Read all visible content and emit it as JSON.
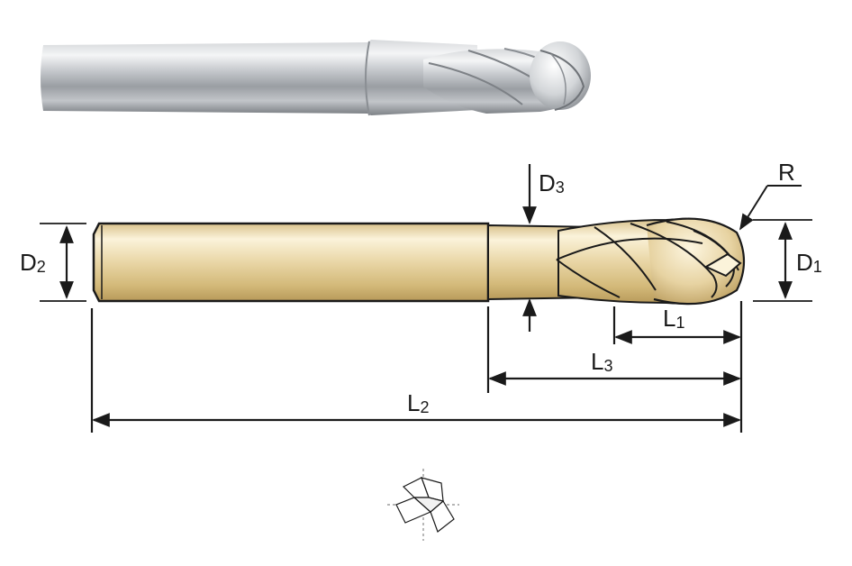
{
  "labels": {
    "d1": {
      "main": "D",
      "sub": "1"
    },
    "d2": {
      "main": "D",
      "sub": "2"
    },
    "d3": {
      "main": "D",
      "sub": "3"
    },
    "l1": {
      "main": "L",
      "sub": "1"
    },
    "l2": {
      "main": "L",
      "sub": "2"
    },
    "l3": {
      "main": "L",
      "sub": "3"
    },
    "r": "R"
  },
  "colors": {
    "shank_gold": "#e7d3a2",
    "steel": "#b9bcc0",
    "line": "#1a1a1a"
  },
  "icons": {
    "photo": "ball-end-mill-photo",
    "cross_section": "three-flute-cross-section-icon"
  }
}
